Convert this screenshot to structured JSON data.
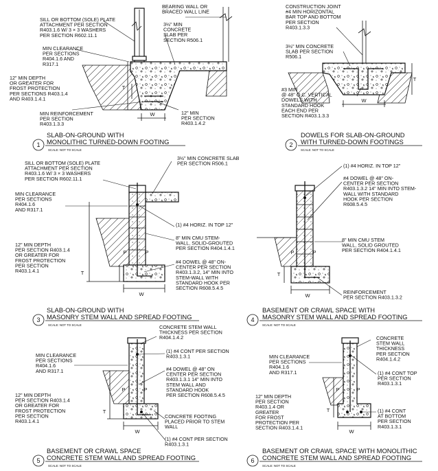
{
  "details": [
    {
      "number": "1",
      "title_lines": [
        "SLAB-ON-GROUND WITH",
        "MONOLITHIC TURNED-DOWN FOOTING"
      ],
      "scale": "SCALE: NOT TO SCALE",
      "notes": [
        [
          "SILL OR BOTTOM (SOLE) PLATE",
          "ATTACHMENT PER SECTION",
          "R403.1.6 W/ 3 × 3 WASHERS",
          "PER SECTION R602.11.1"
        ],
        [
          "BEARING WALL OR",
          "BRACED WALL LINE"
        ],
        [
          "3½\" MIN",
          "CONCRETE",
          "SLAB PER",
          "SECTION R506.1"
        ],
        [
          "MIN CLEARANCE",
          "PER SECTIONS",
          "R404.1.6 AND",
          "R317.1"
        ],
        [
          "12\" MIN DEPTH",
          "OR GREATER FOR",
          "FROST PROTECTION",
          "PER SECTIONS R403.1.4",
          "AND R403.1.4.1"
        ],
        [
          "MIN REINFORCEMENT",
          "PER SECTION",
          "R403.1.3.3"
        ],
        [
          "12\" MIN",
          "PER SECTION",
          "R403.1.4.2"
        ]
      ],
      "dims": [
        "T",
        "W"
      ]
    },
    {
      "number": "2",
      "title_lines": [
        "DOWELS FOR SLAB-ON-GROUND",
        "WITH TURNED-DOWN FOOTINGS"
      ],
      "scale": "SCALE: NOT TO SCALE",
      "notes": [
        [
          "CONSTRUCTION JOINT",
          "#4 MIN HORIZONTAL",
          "BAR TOP AND BOTTOM",
          "PER SECTION",
          "R403.1.3.3"
        ],
        [
          "3½\" MIN CONCRETE",
          "SLAB PER SECTION",
          "R506.1"
        ],
        [
          "#3 MIN",
          "@ 48\" O.C. VERTICAL",
          "DOWELS WITH",
          "STANDARD HOOK",
          "EACH END PER",
          "SECTION R403.1.3.3"
        ]
      ],
      "dims": [
        "T",
        "W"
      ]
    },
    {
      "number": "3",
      "title_lines": [
        "SLAB-ON-GROUND WITH",
        "MASONRY STEM WALL AND SPREAD FOOTING"
      ],
      "scale": "SCALE: NOT TO SCALE",
      "notes": [
        [
          "SILL OR BOTTOM (SOLE) PLATE",
          "ATTACHMENT PER SECTION",
          "R403.1.6 W/ 3 × 3 WASHERS",
          "PER SECTION R602.11.1"
        ],
        [
          "3½\" MIN CONCRETE SLAB",
          "PER SECTION R506.1"
        ],
        [
          "MIN CLEARANCE",
          "PER SECTIONS",
          "R404.1.6",
          "AND R317.1"
        ],
        [
          "(1) #4 HORIZ. IN TOP 12\""
        ],
        [
          "8\" MIN CMU STEM-",
          "WALL, SOLID-GROUTED",
          "PER SECTION R404.1.4.1"
        ],
        [
          "12\" MIN DEPTH",
          "PER SECTION R403.1.4",
          "OR GREATER FOR",
          "FROST PROTECTION",
          "PER SECTION",
          "R403.1.4.1"
        ],
        [
          "#4 DOWEL @ 48\" ON-",
          "CENTER PER SECTION",
          "R403.1.3.2, 14\" MIN INTO",
          "STEM-WALL WITH",
          "STANDARD HOOK PER",
          "SECTION R608.5.4.5"
        ]
      ],
      "dims": [
        "P",
        "P",
        "T",
        "W"
      ]
    },
    {
      "number": "4",
      "title_lines": [
        "BASEMENT OR CRAWL SPACE WITH",
        "MASONRY STEM WALL AND SPREAD FOOTING"
      ],
      "scale": "SCALE: NOT TO SCALE",
      "notes": [
        [
          "(1) #4 HORIZ. IN TOP 12\""
        ],
        [
          "#4 DOWEL @ 48\" ON-",
          "CENTER PER SECTION",
          "R403.1.3.2 14\" MIN INTO STEM-",
          "WALL WITH STANDARD",
          "HOOK PER SECTION",
          "R608.5.4.5"
        ],
        [
          "8\" MIN CMU STEM",
          "WALL, SOLID GROUTED",
          "PER SECTION R404.1.4.1"
        ],
        [
          "REINFORCEMENT",
          "PER SECTION R403.1.3.2"
        ]
      ],
      "dims": [
        "P",
        "P",
        "T",
        "W"
      ]
    },
    {
      "number": "5",
      "title_lines": [
        "BASEMENT OR CRAWL SPACE",
        "CONCRETE STEM WALL AND SPREAD FOOTING"
      ],
      "scale": "SCALE: NOT TO SCALE",
      "notes": [
        [
          "CONCRETE STEM WALL",
          "THICKNESS PER SECTION",
          "R404.1.4.2"
        ],
        [
          "MIN CLEARANCE",
          "PER SECTIONS",
          "R404.1.6",
          "AND R317.1"
        ],
        [
          "(1) #4 CONT PER SECTION",
          "R403.1.3.1"
        ],
        [
          "#4 DOWEL @ 48\" ON",
          "CENTER PER SECTION",
          "R403.1.3.1 14\" MIN INTO",
          "STEM WALL AND",
          "STANDARD HOOK",
          "PER SECTION R608.5.4.5"
        ],
        [
          "12\" MIN DEPTH",
          "PER SECTION R403.1.4",
          "OR GREATER FOR",
          "FROST PROTECTION",
          "PER SECTION",
          "R403.1.4.1"
        ],
        [
          "CONCRETE FOOTING",
          "PLACED PRIOR TO STEM",
          "WALL"
        ],
        [
          "(1) #4 CONT PER SECTION",
          "R403.1.3.1"
        ]
      ],
      "dims": [
        "P",
        "P",
        "T",
        "W"
      ]
    },
    {
      "number": "6",
      "title_lines": [
        "BASEMENT OR CRAWL SPACE WITH MONOLITHIC",
        "CONCRETE STEM WALL AND SPREAD FOOTING"
      ],
      "scale": "SCALE: NOT TO SCALE",
      "notes": [
        [
          "CONCRETE",
          "STEM WALL",
          "THICKNESS",
          "PER SECTION",
          "R404.1.4.2"
        ],
        [
          "MIN CLEARANCE",
          "PER SECTIONS",
          "R404.1.6",
          "AND R317.1"
        ],
        [
          "(1) #4 CONT TOP",
          "PER SECTION",
          "R403.1.3.1"
        ],
        [
          "12\" MIN DEPTH",
          "PER SECTION",
          "R403.1.4 OR",
          "GREATER",
          "FOR FROST",
          "PROTECTION PER",
          "SECTION R403.1.4.1"
        ],
        [
          "(1) #4 CONT",
          "AT BOTTOM",
          "PER SECTION",
          "R403.1.3.1"
        ]
      ],
      "dims": [
        "P",
        "P",
        "T",
        "W"
      ]
    }
  ]
}
